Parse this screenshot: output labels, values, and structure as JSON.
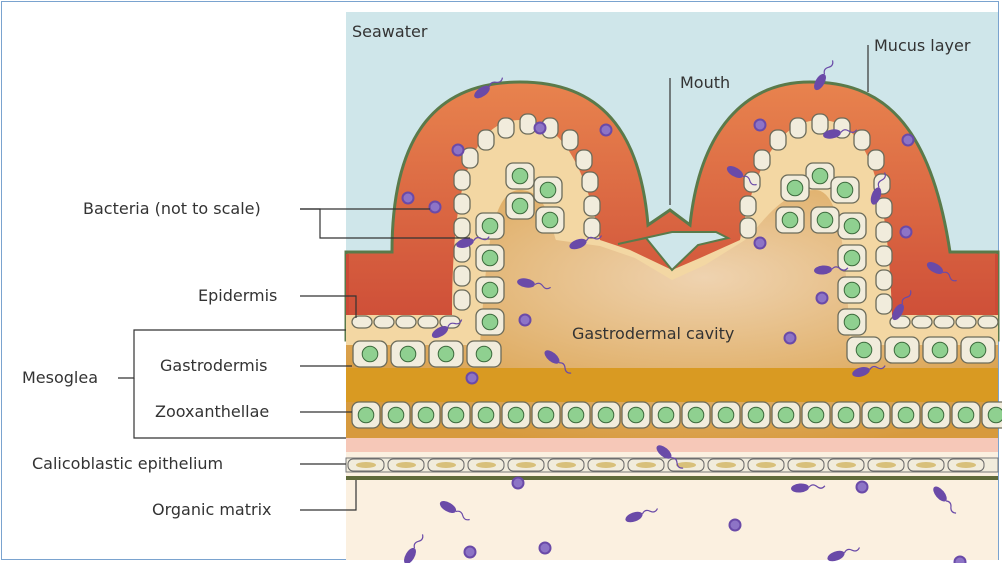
{
  "diagram": {
    "labels": {
      "seawater": "Seawater",
      "mucus_layer": "Mucus layer",
      "mouth": "Mouth",
      "bacteria": "Bacteria (not to scale)",
      "epidermis": "Epidermis",
      "mesoglea": "Mesoglea",
      "gastrodermis": "Gastrodermis",
      "gastrodermal_cavity": "Gastrodermal cavity",
      "zooxanthellae": "Zooxanthellae",
      "calicoblastic_epithelium": "Calicoblastic epithelium",
      "organic_matrix": "Organic matrix"
    },
    "colors": {
      "seawater": "#cfe6ea",
      "mucus_layer": "#5a7a4a",
      "epidermis_tissue": "#d9593c",
      "mesoglea": "#f3d7a3",
      "gastrodermal_cavity": "#d9a24a",
      "gastrodermis_band": "#d99a22",
      "cell_wall": "#f1ecdc",
      "zooxanthella": "#8fd090",
      "bacteria": "#6a4aa8",
      "skeleton": "#fbf0e0"
    }
  }
}
